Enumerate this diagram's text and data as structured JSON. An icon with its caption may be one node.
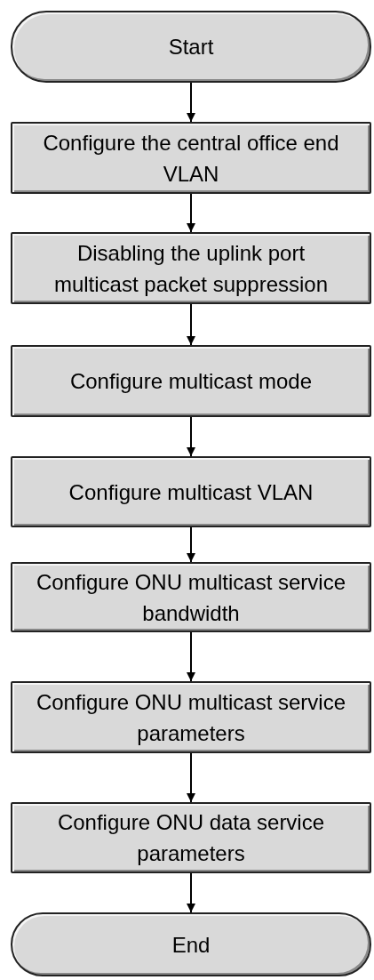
{
  "diagram": {
    "nodes": [
      {
        "text": [
          "Start"
        ]
      },
      {
        "text": [
          "Configure the central office end VLAN"
        ]
      },
      {
        "text": [
          "Disabling the uplink port multicast packet suppression"
        ]
      },
      {
        "text": [
          "Configure multicast mode"
        ]
      },
      {
        "text": [
          "Configure multicast VLAN"
        ]
      },
      {
        "text": [
          "Configure ONU multicast service bandwidth"
        ]
      },
      {
        "text": [
          "Configure ONU multicast service parameters"
        ]
      },
      {
        "text": [
          "Configure ONU data service parameters"
        ]
      },
      {
        "text": [
          "End"
        ]
      }
    ],
    "edges": [
      {
        "from": 0,
        "to": 1,
        "arrow": "to"
      },
      {
        "from": 1,
        "to": 2,
        "arrow": "to"
      },
      {
        "from": 2,
        "to": 3,
        "arrow": "to"
      },
      {
        "from": 3,
        "to": 4,
        "arrow": "to"
      },
      {
        "from": 4,
        "to": 5,
        "arrow": "to"
      },
      {
        "from": 5,
        "to": 6,
        "arrow": "to"
      },
      {
        "from": 6,
        "to": 7,
        "arrow": "to"
      },
      {
        "from": 7,
        "to": 8,
        "arrow": "to"
      }
    ]
  }
}
